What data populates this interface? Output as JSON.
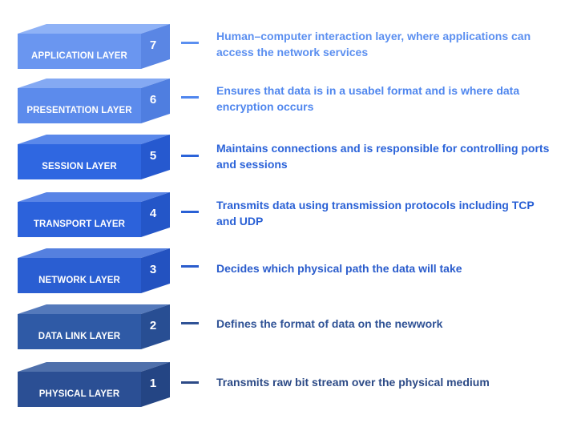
{
  "layers": [
    {
      "number": "7",
      "name": "APPLICATION LAYER",
      "description": "Human–computer interaction layer, where applications can access the network services",
      "front": "#6a96f0",
      "side": "#5a86e4",
      "top": "#8fb2f6",
      "text": "#5b8ff0"
    },
    {
      "number": "6",
      "name": "PRESENTATION LAYER",
      "description": "Ensures that data is in a usabel format and is where data encryption occurs",
      "front": "#5c8bec",
      "side": "#4f7ee0",
      "top": "#84a9f3",
      "text": "#4f86ee"
    },
    {
      "number": "5",
      "name": "SESSION LAYER",
      "description": "Maintains connections and is responsible for controlling ports and sessions",
      "front": "#2f67e1",
      "side": "#2659cf",
      "top": "#5a88ea",
      "text": "#2b63d9"
    },
    {
      "number": "4",
      "name": "TRANSPORT LAYER",
      "description": "Transmits data using transmission protocols including TCP and UDP",
      "front": "#2c62db",
      "side": "#2456c8",
      "top": "#5884e6",
      "text": "#2960d5"
    },
    {
      "number": "3",
      "name": "NETWORK LAYER",
      "description": "Decides which physical path the data will take",
      "front": "#2a5ed2",
      "side": "#2352c0",
      "top": "#5580df",
      "text": "#2a5ccc"
    },
    {
      "number": "2",
      "name": "DATA LINK LAYER",
      "description": "Defines the format of data on the newwork",
      "front": "#2f5aa6",
      "side": "#284e93",
      "top": "#5479bb",
      "text": "#2f5296"
    },
    {
      "number": "1",
      "name": "PHYSICAL LAYER",
      "description": "Transmits raw bit stream over the physical medium",
      "front": "#2b4f94",
      "side": "#244584",
      "top": "#4f70ab",
      "text": "#2c4a86"
    }
  ]
}
